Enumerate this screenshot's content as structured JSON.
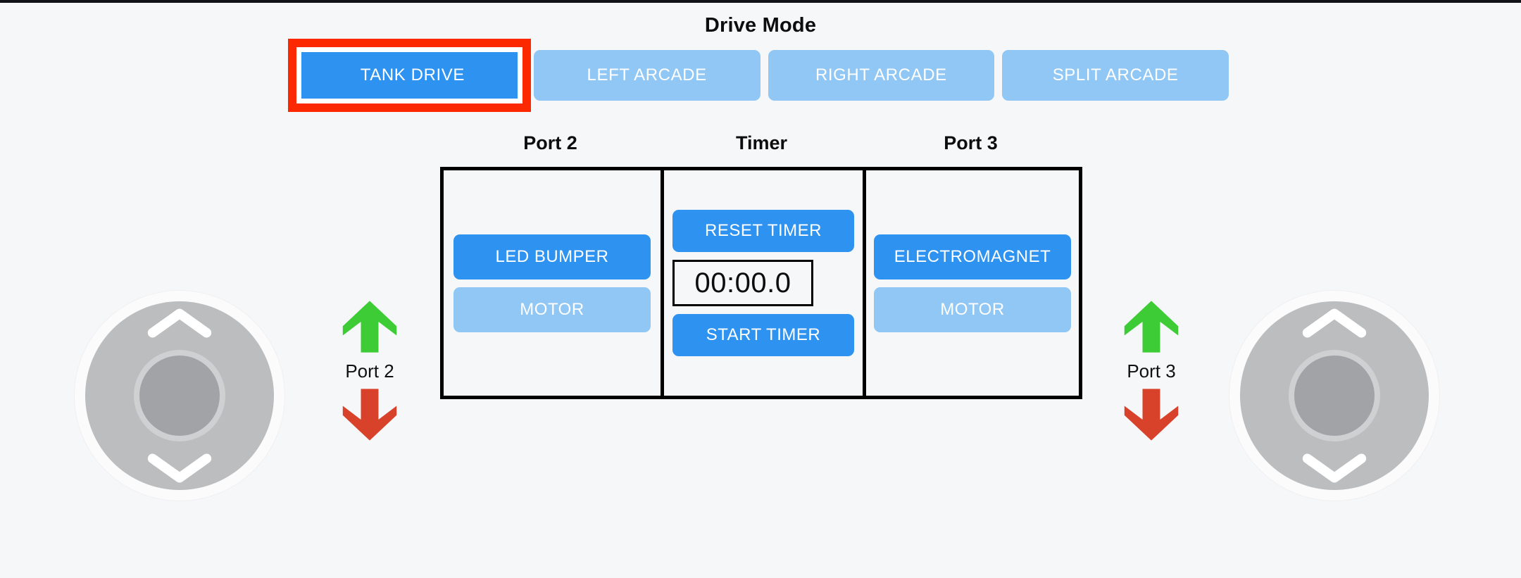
{
  "page": {
    "background_color": "#f6f7f9",
    "accent_active": "#2e92f0",
    "accent_inactive": "#90c7f4",
    "highlight_color": "#fb2800",
    "arrow_forward_color": "#3ecc36",
    "arrow_reverse_color": "#d9422a",
    "joystick_color": "#bcbdbf"
  },
  "drive_mode": {
    "title": "Drive Mode",
    "selected": "TANK DRIVE",
    "options": [
      {
        "label": "TANK DRIVE",
        "active": true
      },
      {
        "label": "LEFT ARCADE",
        "active": false
      },
      {
        "label": "RIGHT ARCADE",
        "active": false
      },
      {
        "label": "SPLIT ARCADE",
        "active": false
      }
    ]
  },
  "panels": {
    "port2": {
      "caption": "Port 2",
      "buttons": [
        {
          "label": "LED BUMPER",
          "active": true
        },
        {
          "label": "MOTOR",
          "active": false
        }
      ]
    },
    "timer": {
      "caption": "Timer",
      "reset_label": "RESET TIMER",
      "display": "00:00.0",
      "start_label": "START TIMER"
    },
    "port3": {
      "caption": "Port 3",
      "buttons": [
        {
          "label": "ELECTROMAGNET",
          "active": true
        },
        {
          "label": "MOTOR",
          "active": false
        }
      ]
    }
  },
  "indicators": {
    "left": {
      "label": "Port 2",
      "up_icon": "arrow-up-icon",
      "down_icon": "arrow-down-icon"
    },
    "right": {
      "label": "Port 3",
      "up_icon": "arrow-up-icon",
      "down_icon": "arrow-down-icon"
    }
  },
  "joysticks": {
    "left": {
      "name": "left-joystick",
      "up_icon": "chevron-up-icon",
      "down_icon": "chevron-down-icon"
    },
    "right": {
      "name": "right-joystick",
      "up_icon": "chevron-up-icon",
      "down_icon": "chevron-down-icon"
    }
  }
}
